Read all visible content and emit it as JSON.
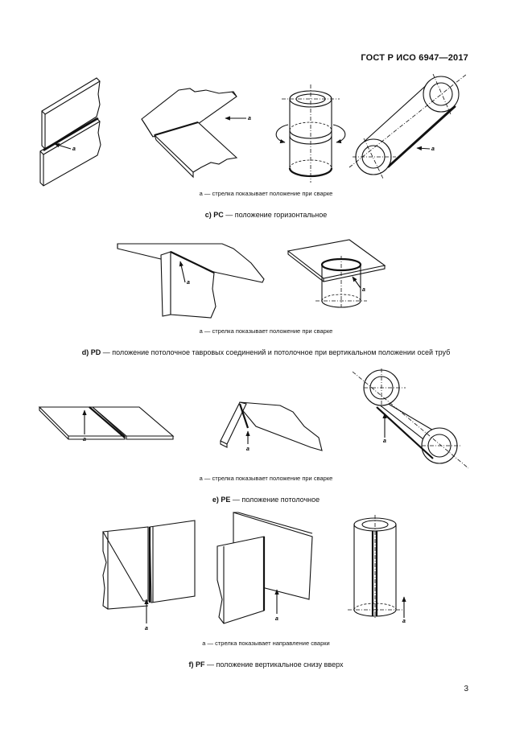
{
  "header": {
    "standard": "ГОСТ Р ИСО  6947—2017"
  },
  "labels": {
    "a": "a"
  },
  "sections": [
    {
      "note": "a — стрелка показывает положение при сварке",
      "caption_code": "c)  PC",
      "caption_text": " — положение горизонтальное"
    },
    {
      "note": "a — стрелка показывает положение при сварке",
      "caption_code": "d)  PD",
      "caption_text": " — положение потолочное тавровых соединений и потолочное при вертикальном положении осей труб"
    },
    {
      "note": "a — стрелка показывает положение при сварке",
      "caption_code": "e)  PE",
      "caption_text": " — положение потолочное"
    },
    {
      "note": "a — стрелка показывает направление сварки",
      "caption_code": "f)  PF",
      "caption_text": " — положение вертикальное снизу вверх"
    }
  ],
  "page_number": "3"
}
